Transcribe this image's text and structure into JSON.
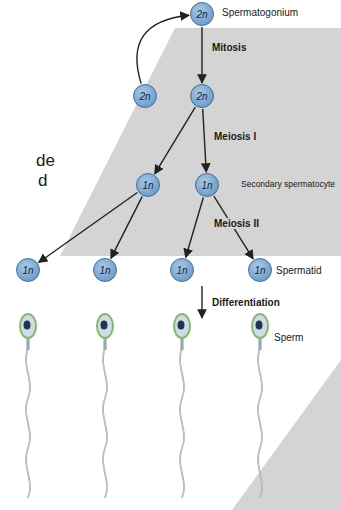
{
  "diagram": {
    "nodes": [
      {
        "text": [
          "2n"
        ]
      },
      {
        "text": [
          "2n"
        ]
      },
      {
        "text": [
          "2n"
        ]
      },
      {
        "text": [
          "1n"
        ]
      },
      {
        "text": [
          "1n"
        ]
      },
      {
        "text": [
          "1n"
        ]
      },
      {
        "text": [
          "1n"
        ]
      },
      {
        "text": [
          "1n"
        ]
      },
      {
        "text": [
          "1n"
        ]
      }
    ],
    "edges": [
      {
        "from": 0,
        "to": 2,
        "arrow": "to",
        "label": "Mitosis"
      },
      {
        "from": 1,
        "to": 0,
        "arrow": "to"
      },
      {
        "from": 2,
        "to": 3,
        "arrow": "to"
      },
      {
        "from": 2,
        "to": 4,
        "arrow": "to",
        "label": "Meiosis I"
      },
      {
        "from": 3,
        "to": 5,
        "arrow": "to"
      },
      {
        "from": 3,
        "to": 6,
        "arrow": "to"
      },
      {
        "from": 4,
        "to": 7,
        "arrow": "to",
        "label": "Meiosis II"
      },
      {
        "from": 4,
        "to": 8,
        "arrow": "to"
      }
    ],
    "labels": [
      "Spermatogonium",
      "de",
      "d",
      "Secondary spermatocyte",
      "Spermatid",
      "Differentiation",
      "Sperm"
    ]
  }
}
